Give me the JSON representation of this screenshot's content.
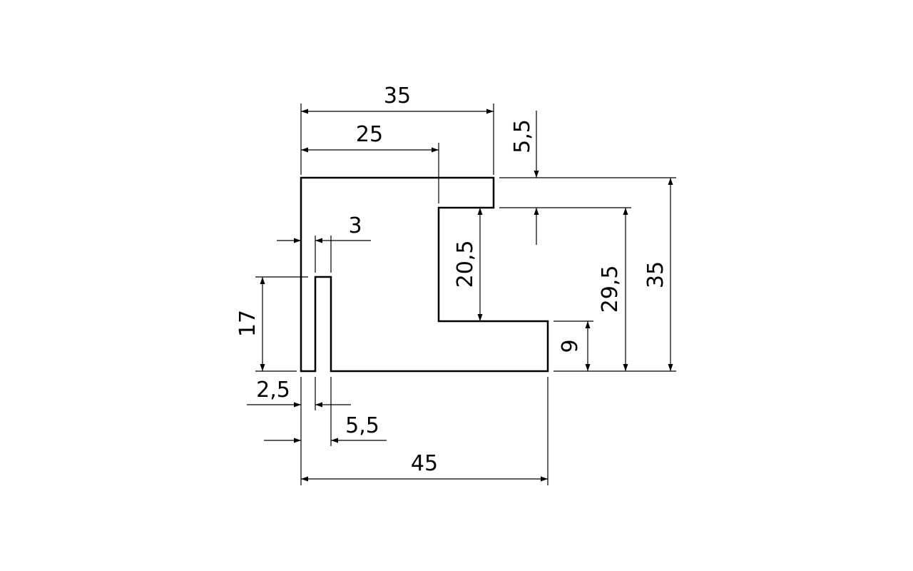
{
  "drawing": {
    "colors": {
      "line": "#000000",
      "background": "#ffffff"
    },
    "dimensions": {
      "top_width_35": "35",
      "top_width_25": "25",
      "lip_height_5_5": "5,5",
      "slot_gap_3": "3",
      "inner_height_20_5": "20,5",
      "height_29_5": "29,5",
      "total_height_35": "35",
      "step_height_9": "9",
      "rib_height_17": "17",
      "offset_2_5": "2,5",
      "offset_5_5": "5,5",
      "total_width_45": "45"
    }
  }
}
